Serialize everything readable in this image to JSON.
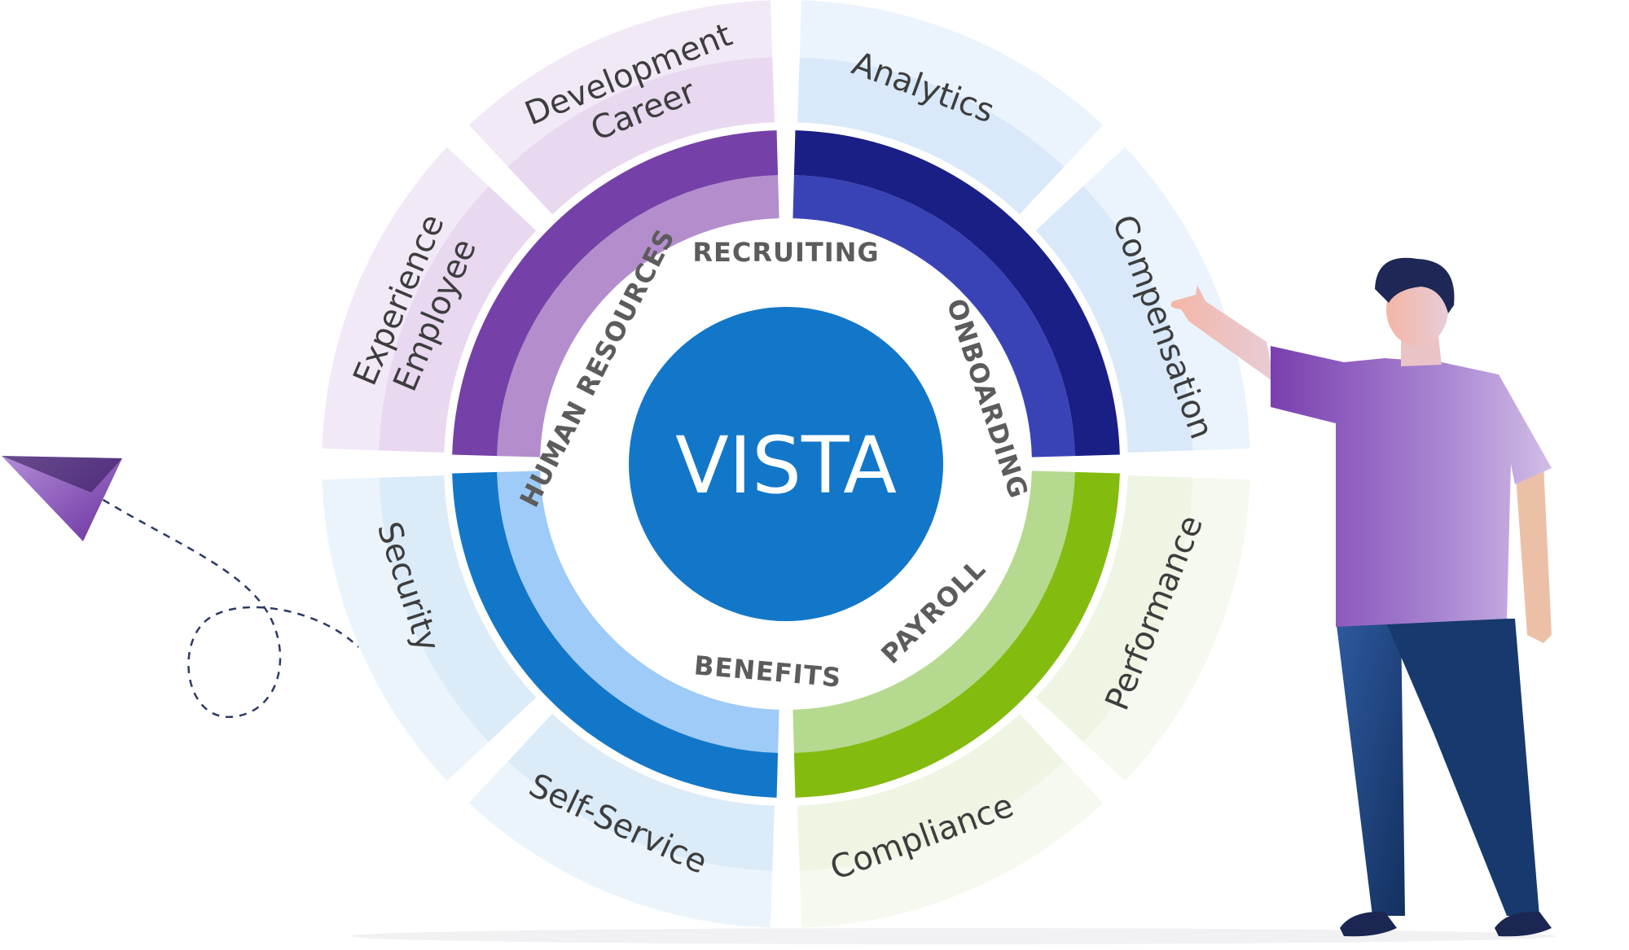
{
  "center": {
    "title": "VISTA",
    "color": "#1277c9"
  },
  "inner_ring": [
    {
      "label": "RECRUITING",
      "angle": 0
    },
    {
      "label": "ONBOARDING",
      "angle": 72
    },
    {
      "label": "PAYROLL",
      "angle": 135
    },
    {
      "label": "BENEFITS",
      "angle": 185
    },
    {
      "label": "HUMAN RESOURCES",
      "angle": 297
    }
  ],
  "quadrants": [
    {
      "name": "purple",
      "dark": "#7541a8",
      "light": "#b48dcc",
      "outer_a": "#e8d8f0",
      "outer_b": "#f2e9f7"
    },
    {
      "name": "navy",
      "dark": "#1a1f86",
      "light": "#3a43b6",
      "outer_a": "#d9e9f9",
      "outer_b": "#ebf4fc"
    },
    {
      "name": "green",
      "dark": "#84bb0f",
      "light": "#b5d98f",
      "outer_a": "#eef5e3",
      "outer_b": "#f5f9ef"
    },
    {
      "name": "blue",
      "dark": "#1277c9",
      "light": "#9ecbf7",
      "outer_a": "#dcebf8",
      "outer_b": "#ecf4fb"
    }
  ],
  "outer_segments": [
    {
      "lines": [
        "Career",
        "Development"
      ],
      "angle": 338
    },
    {
      "lines": [
        "Analytics"
      ],
      "angle": 20
    },
    {
      "lines": [
        "Compensation"
      ],
      "angle": 70
    },
    {
      "lines": [
        "Performance"
      ],
      "angle": 112
    },
    {
      "lines": [
        "Compliance"
      ],
      "angle": 160
    },
    {
      "lines": [
        "Self-Service"
      ],
      "angle": 205
    },
    {
      "lines": [
        "Security"
      ],
      "angle": 252
    },
    {
      "lines": [
        "Employee",
        "Experience"
      ],
      "angle": 293
    }
  ]
}
